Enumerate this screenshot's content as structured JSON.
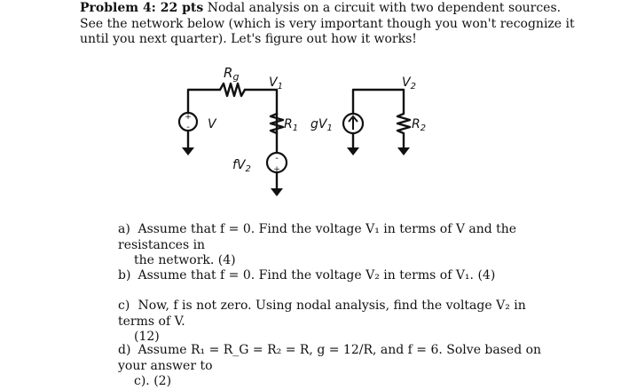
{
  "problem": {
    "heading": "Problem 4: 22 pts",
    "text": "Nodal analysis on a circuit with two dependent sources. See the network below (which is very important though you won't recognize it until you next quarter). Let's figure out how it works!"
  },
  "circuit": {
    "labels": {
      "rg": "R",
      "rg_sub": "g",
      "v1": "V",
      "v1_sub": "1",
      "v2": "V",
      "v2_sub": "2",
      "v": "V",
      "r1": "R",
      "r1_sub": "1",
      "gv1": "gV",
      "gv1_sub": "1",
      "r2": "R",
      "r2_sub": "2",
      "fv2": "fV",
      "fv2_sub": "2",
      "plus": "+",
      "minus": "-"
    }
  },
  "questions": [
    {
      "label": "a)",
      "line1": "Assume that f = 0. Find the voltage V₁ in terms of V and the resistances in",
      "line2": "the network. (4)"
    },
    {
      "label": "b)",
      "line1": "Assume that f = 0. Find the voltage V₂ in terms of V₁. (4)",
      "line2": ""
    },
    {
      "label": "c)",
      "line1": "Now, f is not zero. Using nodal analysis, find the voltage V₂ in terms of V.",
      "line2": "(12)"
    },
    {
      "label": "d)",
      "line1": "Assume R₁ = R_G = R₂ = R, g = 12/R, and f = 6. Solve based on your answer to",
      "line2": "c). (2)"
    }
  ]
}
